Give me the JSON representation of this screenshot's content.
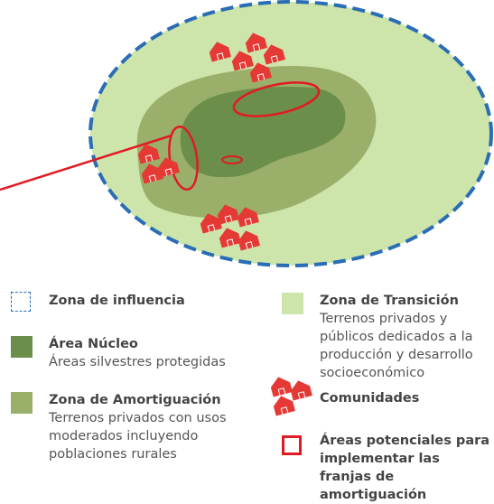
{
  "colors": {
    "influence_border": "#2a6db5",
    "transition_fill": "#cde4ab",
    "buffer_fill": "#9ab06a",
    "core_fill": "#6b8f4a",
    "community_red": "#e53935",
    "potential_area_red": "#e01b24"
  },
  "legend": {
    "influence": {
      "title": "Zona de influencia"
    },
    "core": {
      "title": "Área Núcleo",
      "desc": "Áreas silvestres protegidas"
    },
    "buffer": {
      "title": "Zona de Amortiguación",
      "desc": "Terrenos privados con usos moderados incluyendo poblaciones rurales"
    },
    "transition": {
      "title": "Zona de Transición",
      "desc": "Terrenos privados y públicos dedicados a la producción y desarrollo socioeconómico"
    },
    "communities": {
      "title": "Comunidades",
      "icon": "house-icon"
    },
    "potential": {
      "title": "Áreas potenciales para implementar las franjas de amortiguación"
    }
  }
}
